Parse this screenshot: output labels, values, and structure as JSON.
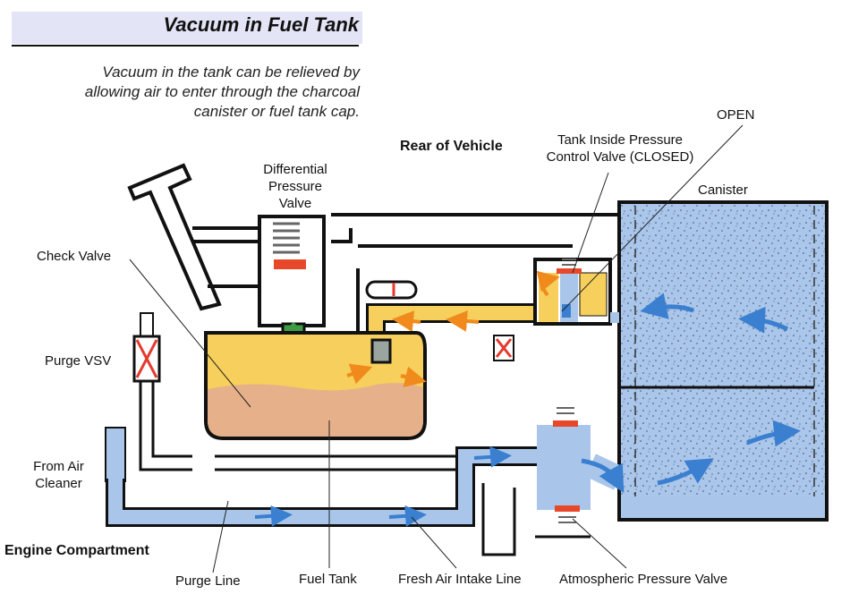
{
  "header": {
    "title": "Vacuum in Fuel Tank",
    "subtitle_lines": [
      "Vacuum in the tank can be relieved by",
      "allowing air to enter through the charcoal",
      "canister or fuel tank cap."
    ]
  },
  "regions": {
    "rear": "Rear of Vehicle",
    "engine": "Engine Compartment"
  },
  "labels": {
    "open": "OPEN",
    "tank_inside_valve_line1": "Tank Inside Pressure",
    "tank_inside_valve_line2": "Control Valve (CLOSED)",
    "canister": "Canister",
    "differential_line1": "Differential",
    "differential_line2": "Pressure",
    "differential_line3": "Valve",
    "check_valve": "Check Valve",
    "purge_vsv": "Purge VSV",
    "from_air_line1": "From Air",
    "from_air_line2": "Cleaner",
    "purge_line": "Purge Line",
    "fuel_tank": "Fuel Tank",
    "fresh_air_intake": "Fresh Air Intake Line",
    "atmospheric_valve": "Atmospheric Pressure Valve"
  },
  "colors": {
    "vapor": "#f7cf5c",
    "fuel": "#e6b08a",
    "air": "#a9c6ea",
    "air_arrow": "#3a7fd0",
    "vapor_arrow": "#f08a1c",
    "seal": "#e8482a",
    "check_valve_green": "#3f9c45",
    "check_valve_gray": "#9aa59f",
    "vsv_cross": "#e33b2e",
    "title_band": "#e3e4f5"
  }
}
